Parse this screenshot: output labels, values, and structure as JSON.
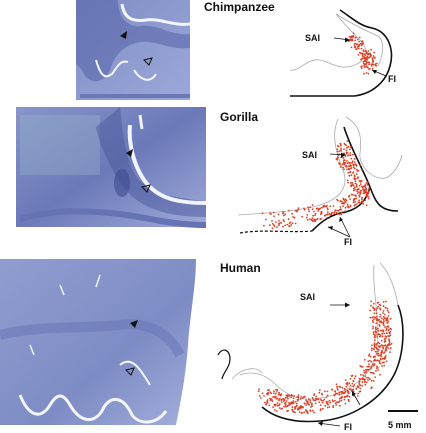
{
  "panels": [
    {
      "species": "Chimpanzee",
      "labels": {
        "sai": "SAI",
        "fi": "FI"
      }
    },
    {
      "species": "Gorilla",
      "labels": {
        "sai": "SAI",
        "fi": "FI"
      }
    },
    {
      "species": "Human",
      "labels": {
        "sai": "SAI",
        "fi": "FI"
      }
    }
  ],
  "scale_bar": {
    "label": "5 mm"
  },
  "colors": {
    "stain": "#8f9ccd",
    "tissue_dark": "#4c5aa0",
    "cells": "#d9432a",
    "outline": "#111111"
  }
}
